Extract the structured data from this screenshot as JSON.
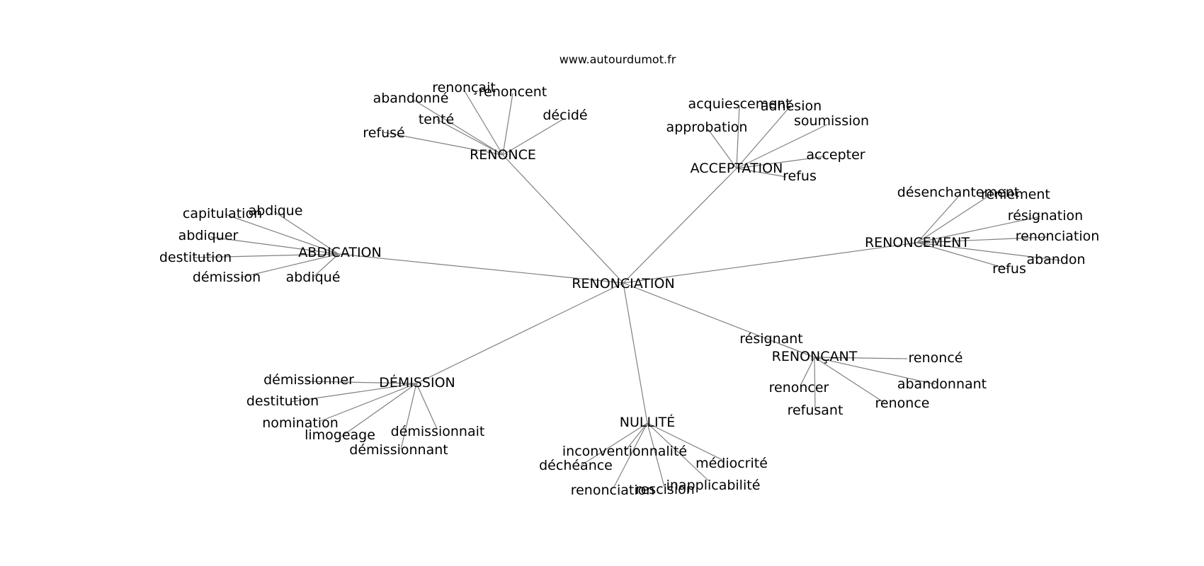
{
  "site": "www.autourdumot.fr",
  "center": "RENONCIATION",
  "groups": [
    {
      "hub": "RENONCE",
      "leaves": [
        "abandonné",
        "renonçait",
        "renoncent",
        "décidé",
        "tenté",
        "refusé"
      ]
    },
    {
      "hub": "ACCEPTATION",
      "leaves": [
        "acquiescement",
        "adhésion",
        "soumission",
        "approbation",
        "accepter",
        "refus"
      ]
    },
    {
      "hub": "ABDICATION",
      "leaves": [
        "capitulation",
        "abdique",
        "abdiquer",
        "destitution",
        "démission",
        "abdiqué"
      ]
    },
    {
      "hub": "RENONCEMENT",
      "leaves": [
        "désenchantement",
        "reniement",
        "résignation",
        "renonciation",
        "abandon",
        "refus"
      ]
    },
    {
      "hub": "RENONÇANT",
      "leaves": [
        "résignant",
        "renoncé",
        "abandonnant",
        "renonce",
        "renoncer",
        "refusant"
      ]
    },
    {
      "hub": "DÉMISSION",
      "leaves": [
        "démissionner",
        "destitution",
        "nomination",
        "limogeage",
        "démissionnait",
        "démissionnant"
      ]
    },
    {
      "hub": "NULLITÉ",
      "leaves": [
        "inconventionnalité",
        "déchéance",
        "médiocrité",
        "renonciation",
        "rescision",
        "inapplicabilité"
      ]
    }
  ]
}
